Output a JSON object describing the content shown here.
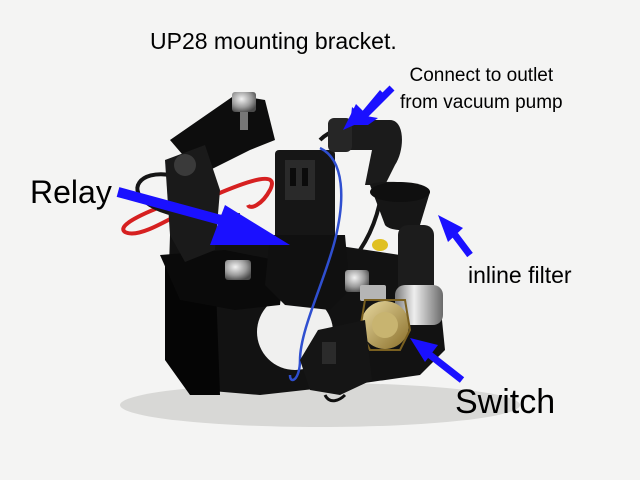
{
  "title": "UP28 mounting bracket.",
  "labels": {
    "connect_line1": "Connect to outlet",
    "connect_line2": "from vacuum pump",
    "relay": "Relay",
    "inline_filter": "inline filter",
    "switch": "Switch"
  },
  "colors": {
    "background": "#f4f4f3",
    "arrow": "#1a10ff",
    "bracket": "#111111",
    "red_wire": "#d62020",
    "blue_wire": "#2f4fd0"
  }
}
